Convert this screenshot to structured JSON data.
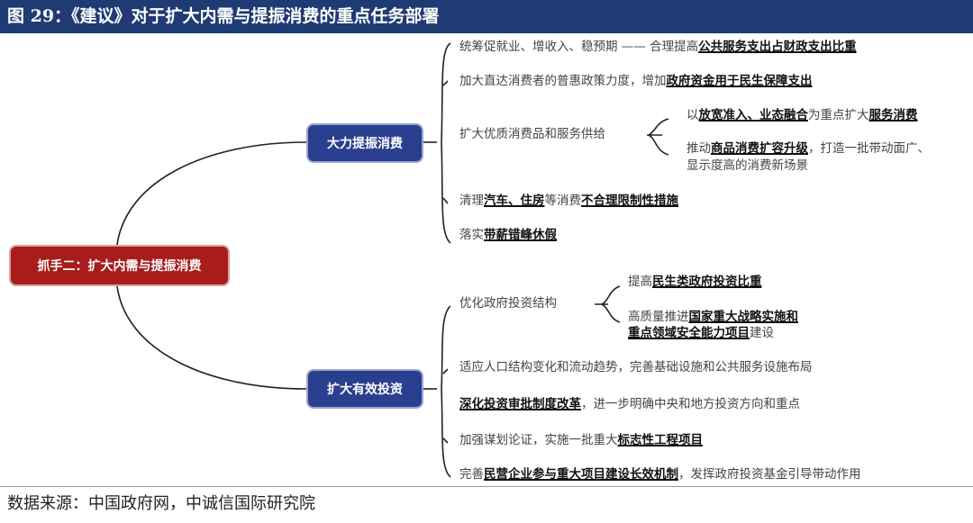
{
  "header": {
    "title": "图 29：《建议》对于扩大内需与提振消费的重点任务部署"
  },
  "root": {
    "label": "抓手二：扩大内需与提振消费"
  },
  "branches": [
    {
      "label": "大力提振消费",
      "items": [
        [
          {
            "t": "统筹促就业、增收入、稳预期  ——  合理提高"
          },
          {
            "t": "公共服务支出占财政支出比重",
            "b": true
          }
        ],
        [
          {
            "t": "加大直达消费者的普惠政策力度，增加"
          },
          {
            "t": "政府资金用于民生保障支出",
            "b": true
          }
        ],
        [
          {
            "t": "扩大优质消费品和服务供给"
          }
        ],
        [
          {
            "t": "以"
          },
          {
            "t": "放宽准入、业态融合",
            "b": true
          },
          {
            "t": "为重点扩大"
          },
          {
            "t": "服务消费",
            "b": true
          }
        ],
        [
          {
            "t": "推动"
          },
          {
            "t": "商品消费扩容升级",
            "b": true
          },
          {
            "t": "，打造一批带动面广、"
          }
        ],
        [
          {
            "t": "显示度高的消费新场景"
          }
        ],
        [
          {
            "t": "清理"
          },
          {
            "t": "汽车、住房",
            "b": true
          },
          {
            "t": "等消费"
          },
          {
            "t": "不合理限制性措施",
            "b": true
          }
        ],
        [
          {
            "t": "落实"
          },
          {
            "t": "带薪错峰休假",
            "b": true
          }
        ]
      ]
    },
    {
      "label": "扩大有效投资",
      "items": [
        [
          {
            "t": "优化政府投资结构"
          }
        ],
        [
          {
            "t": "提高"
          },
          {
            "t": "民生类政府投资比重",
            "b": true
          }
        ],
        [
          {
            "t": "高质量推进"
          },
          {
            "t": "国家重大战略实施和",
            "b": true
          }
        ],
        [
          {
            "t": "重点领域安全能力项目",
            "b": true
          },
          {
            "t": "建设"
          }
        ],
        [
          {
            "t": "适应人口结构变化和流动趋势，完善基础设施和公共服务设施布局"
          }
        ],
        [
          {
            "t": "深化投资审批制度改革",
            "b": true
          },
          {
            "t": "，进一步明确中央和地方投资方向和重点"
          }
        ],
        [
          {
            "t": "加强谋划论证，实施一批重大"
          },
          {
            "t": "标志性工程项目",
            "b": true
          }
        ],
        [
          {
            "t": "完善"
          },
          {
            "t": "民营企业参与重大项目建设长效机制",
            "b": true
          },
          {
            "t": "，发挥政府投资基金引导带动作用"
          }
        ]
      ]
    }
  ],
  "footer": {
    "source": "数据来源：中国政府网，中诚信国际研究院"
  }
}
